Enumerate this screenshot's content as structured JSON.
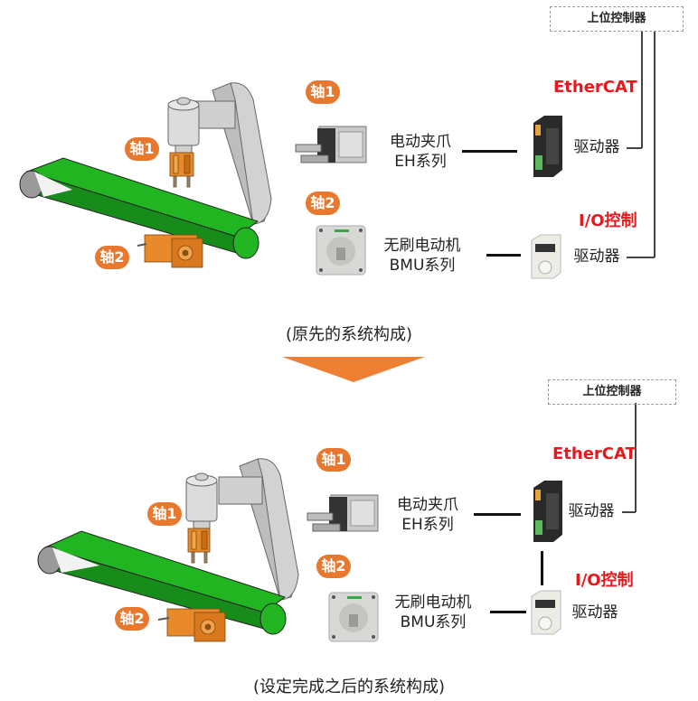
{
  "panels": [
    {
      "id": "original",
      "illustration": {
        "axis1_badge": "轴1",
        "axis2_badge": "轴2"
      },
      "controller": {
        "label": "上位控制器"
      },
      "axis1": {
        "badge": "轴1",
        "device_name": "电动夹爪",
        "device_series": "EH系列",
        "driver_label": "驱动器",
        "connection_label": "EtherCAT"
      },
      "axis2": {
        "badge": "轴2",
        "device_name": "无刷电动机",
        "device_series": "BMU系列",
        "driver_label": "驱动器",
        "connection_label": "I/O控制"
      },
      "caption": "(原先的系统构成)"
    },
    {
      "id": "after",
      "illustration": {
        "axis1_badge": "轴1",
        "axis2_badge": "轴2"
      },
      "controller": {
        "label": "上位控制器"
      },
      "axis1": {
        "badge": "轴1",
        "device_name": "电动夹爪",
        "device_series": "EH系列",
        "driver_label": "驱动器",
        "connection_label": "EtherCAT"
      },
      "axis2": {
        "badge": "轴2",
        "device_name": "无刷电动机",
        "device_series": "BMU系列",
        "driver_label": "驱动器",
        "connection_label": "I/O控制"
      },
      "caption": "(设定完成之后的系统构成)"
    }
  ],
  "colors": {
    "badge": "#e9782f",
    "arrow": "#ef7f33",
    "protocol_text": "#e8181c",
    "belt_top": "#22b522",
    "belt_shadow": "#0f6b12",
    "robot_gray": "#c9c9c9",
    "gripper_orange": "#e98a2a"
  }
}
